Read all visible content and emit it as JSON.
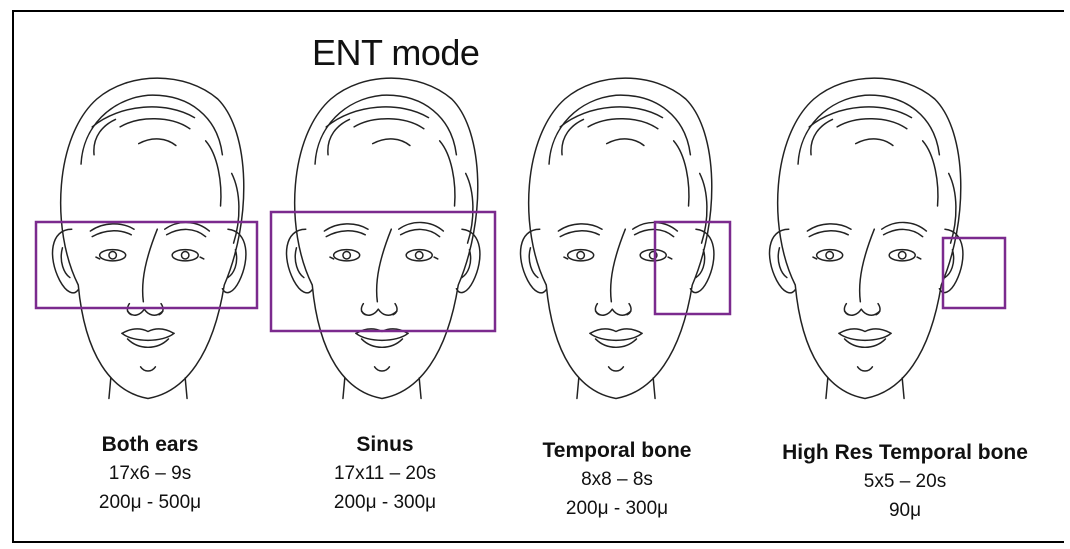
{
  "title": "ENT mode",
  "accent_color": "#7b2a8e",
  "modes": [
    {
      "name": "Both ears",
      "fov": "17x6 – 9s",
      "resolution": "200μ - 500μ"
    },
    {
      "name": "Sinus",
      "fov": "17x11 – 20s",
      "resolution": "200μ - 300μ"
    },
    {
      "name": "Temporal bone",
      "fov": "8x8 – 8s",
      "resolution": "200μ - 300μ"
    },
    {
      "name": "High Res Temporal  bone",
      "fov": "5x5 – 20s",
      "resolution": "90μ"
    }
  ]
}
